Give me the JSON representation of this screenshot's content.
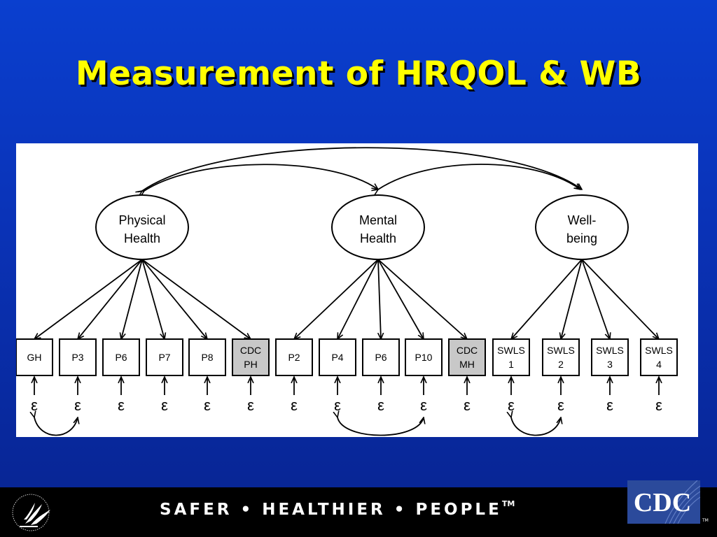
{
  "slide": {
    "title": "Measurement of HRQOL & WB"
  },
  "diagram": {
    "latents": [
      {
        "id": "ph",
        "line1": "Physical",
        "line2": "Health"
      },
      {
        "id": "mh",
        "line1": "Mental",
        "line2": "Health"
      },
      {
        "id": "wb",
        "line1": "Well-",
        "line2": "being"
      }
    ],
    "indicators": [
      {
        "line1": "GH",
        "line2": "",
        "shaded": false,
        "factor": "ph"
      },
      {
        "line1": "P3",
        "line2": "",
        "shaded": false,
        "factor": "ph"
      },
      {
        "line1": "P6",
        "line2": "",
        "shaded": false,
        "factor": "ph"
      },
      {
        "line1": "P7",
        "line2": "",
        "shaded": false,
        "factor": "ph"
      },
      {
        "line1": "P8",
        "line2": "",
        "shaded": false,
        "factor": "ph"
      },
      {
        "line1": "CDC",
        "line2": "PH",
        "shaded": true,
        "factor": "ph"
      },
      {
        "line1": "P2",
        "line2": "",
        "shaded": false,
        "factor": "mh"
      },
      {
        "line1": "P4",
        "line2": "",
        "shaded": false,
        "factor": "mh"
      },
      {
        "line1": "P6",
        "line2": "",
        "shaded": false,
        "factor": "mh"
      },
      {
        "line1": "P10",
        "line2": "",
        "shaded": false,
        "factor": "mh"
      },
      {
        "line1": "CDC",
        "line2": "MH",
        "shaded": true,
        "factor": "mh"
      },
      {
        "line1": "SWLS",
        "line2": "1",
        "shaded": false,
        "factor": "wb"
      },
      {
        "line1": "SWLS",
        "line2": "2",
        "shaded": false,
        "factor": "wb"
      },
      {
        "line1": "SWLS",
        "line2": "3",
        "shaded": false,
        "factor": "wb"
      },
      {
        "line1": "SWLS",
        "line2": "4",
        "shaded": false,
        "factor": "wb"
      }
    ],
    "error_symbol": "ε",
    "error_covariances": [
      [
        0,
        1
      ],
      [
        7,
        9
      ],
      [
        11,
        12
      ]
    ],
    "factor_covariances": [
      [
        "ph",
        "mh"
      ],
      [
        "mh",
        "wb"
      ],
      [
        "ph",
        "wb"
      ]
    ]
  },
  "footer": {
    "tagline": "SAFER • HEALTHIER • PEOPLE",
    "tagline_tm": "TM",
    "cdc_logo_text": "CDC",
    "cdc_tm": "TM",
    "hhs_seal_text": "DEPARTMENT OF HEALTH & HUMAN SERVICES • USA"
  },
  "colors": {
    "background_top": "#0a3fcf",
    "background_bottom": "#07238f",
    "title": "#ffff00",
    "shaded_box": "#c8c8c8",
    "cdc_blue": "#2b4a9b"
  }
}
